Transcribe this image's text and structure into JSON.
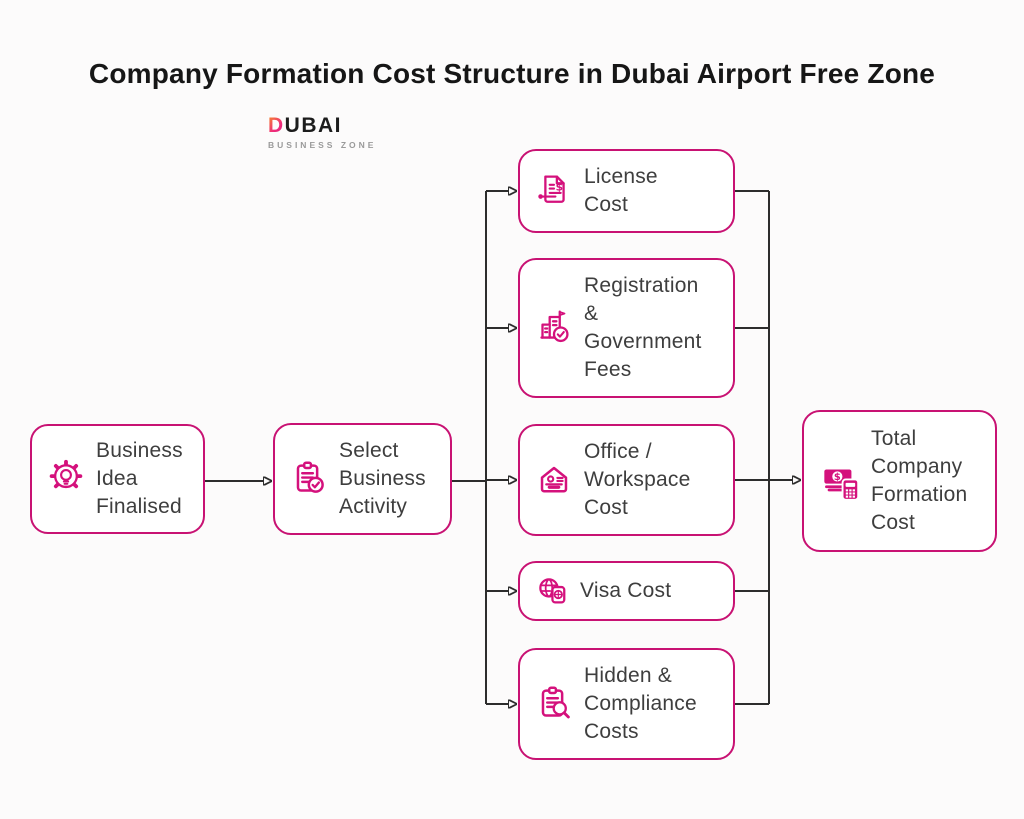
{
  "page": {
    "background_color": "#fcfbfb",
    "accent_color": "#c81273",
    "icon_color": "#d4117c",
    "line_color": "#2d2d2d",
    "text_color": "#3e3e3e"
  },
  "title": "Company Formation Cost Structure in Dubai Airport Free Zone",
  "logo": {
    "brand_first_letter": "D",
    "brand_rest": "UBAI",
    "tagline": "BUSINESS ZONE"
  },
  "diagram": {
    "nodes": [
      {
        "id": "business-idea",
        "label": "Business\nIdea\nFinalised",
        "icon": "gear-lightbulb-icon"
      },
      {
        "id": "select-activity",
        "label": "Select\nBusiness\nActivity",
        "icon": "clipboard-check-icon"
      },
      {
        "id": "license-cost",
        "label": "License\nCost",
        "icon": "invoice-dollar-icon"
      },
      {
        "id": "registration-fees",
        "label": "Registration\n&\nGovernment\nFees",
        "icon": "building-check-icon"
      },
      {
        "id": "office-cost",
        "label": "Office /\nWorkspace\nCost",
        "icon": "home-office-icon"
      },
      {
        "id": "visa-cost",
        "label": "Visa Cost",
        "icon": "globe-passport-icon"
      },
      {
        "id": "hidden-costs",
        "label": "Hidden &\nCompliance\nCosts",
        "icon": "clipboard-search-icon"
      },
      {
        "id": "total-cost",
        "label": "Total\nCompany\nFormation\nCost",
        "icon": "money-calculator-icon"
      }
    ],
    "edges": [
      {
        "from": "business-idea",
        "to": "select-activity"
      },
      {
        "from": "select-activity",
        "to": "license-cost"
      },
      {
        "from": "select-activity",
        "to": "registration-fees"
      },
      {
        "from": "select-activity",
        "to": "office-cost"
      },
      {
        "from": "select-activity",
        "to": "visa-cost"
      },
      {
        "from": "select-activity",
        "to": "hidden-costs"
      },
      {
        "from": "license-cost",
        "to": "total-cost"
      },
      {
        "from": "registration-fees",
        "to": "total-cost"
      },
      {
        "from": "office-cost",
        "to": "total-cost"
      },
      {
        "from": "visa-cost",
        "to": "total-cost"
      },
      {
        "from": "hidden-costs",
        "to": "total-cost"
      }
    ]
  }
}
